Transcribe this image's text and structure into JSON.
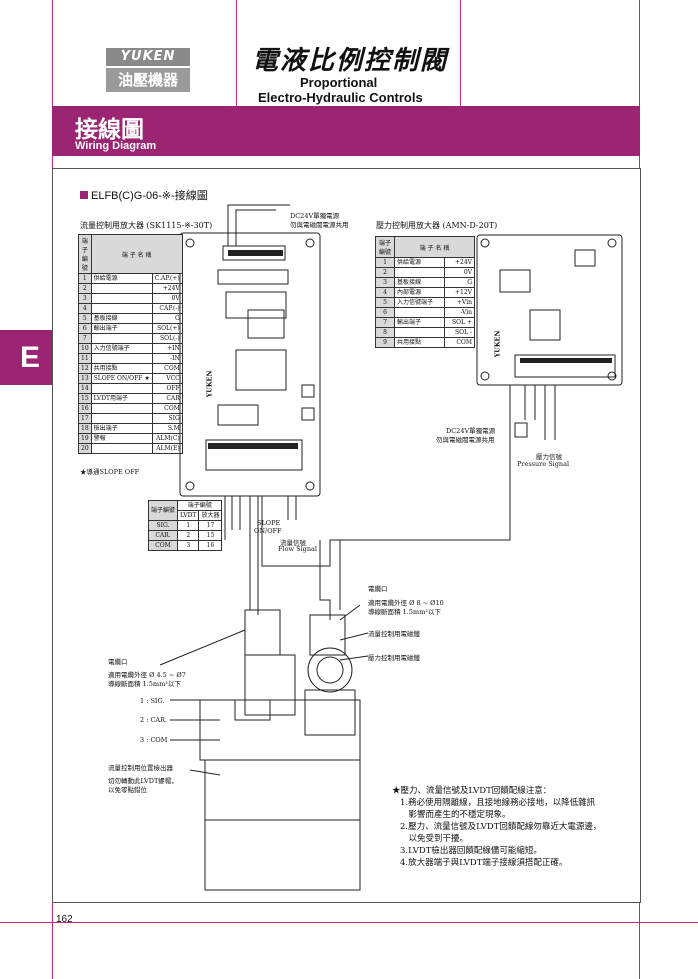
{
  "header": {
    "logo_top": "YUKEN",
    "logo_bottom": "油壓機器",
    "title_cn": "電液比例控制閥",
    "title_en_1": "Proportional",
    "title_en_2": "Electro-Hydraulic Controls"
  },
  "band": {
    "title_cn": "接線圖",
    "title_en": "Wiring Diagram"
  },
  "side_tab": "E",
  "section_title": "ELFB(C)G-06-※-接線圖",
  "flow_amp": {
    "title": "流量控制用放大器 (SK1115-※-30T)",
    "header_no": "端子編號",
    "header_name": "端 子 名 稱",
    "rows": [
      {
        "no": "1",
        "name": "供給電源",
        "sig": "C.AP.(+)"
      },
      {
        "no": "2",
        "name": "",
        "sig": "+24V"
      },
      {
        "no": "3",
        "name": "",
        "sig": "0V"
      },
      {
        "no": "4",
        "name": "",
        "sig": "CAP.(-)"
      },
      {
        "no": "5",
        "name": "基板接線",
        "sig": "G"
      },
      {
        "no": "6",
        "name": "輸出端子",
        "sig": "SOL(+)"
      },
      {
        "no": "7",
        "name": "",
        "sig": "SOL(-)"
      },
      {
        "no": "10",
        "name": "入力信號端子",
        "sig": "+IN"
      },
      {
        "no": "11",
        "name": "",
        "sig": "-IN"
      },
      {
        "no": "12",
        "name": "共用接點",
        "sig": "COM"
      },
      {
        "no": "13",
        "name": "SLOPE ON/OFF ★",
        "sig": "VCC"
      },
      {
        "no": "14",
        "name": "",
        "sig": "OFF"
      },
      {
        "no": "15",
        "name": "LVDT用端子",
        "sig": "CAR"
      },
      {
        "no": "16",
        "name": "",
        "sig": "COM"
      },
      {
        "no": "17",
        "name": "",
        "sig": "SIG"
      },
      {
        "no": "18",
        "name": "檢出端子",
        "sig": "S.M"
      },
      {
        "no": "19",
        "name": "警報",
        "sig": "ALM(C)"
      },
      {
        "no": "20",
        "name": "",
        "sig": "ALM(E)"
      }
    ],
    "star_note": "★導通SLOPE OFF"
  },
  "pressure_amp": {
    "title": "壓力控制用放大器 (AMN-D-20T)",
    "header_no": "端子編號",
    "header_name": "端 子 名 稱",
    "rows": [
      {
        "no": "1",
        "name": "供給電源",
        "sig": "+24V"
      },
      {
        "no": "2",
        "name": "",
        "sig": "0V"
      },
      {
        "no": "3",
        "name": "基板接線",
        "sig": "G"
      },
      {
        "no": "4",
        "name": "內部電源",
        "sig": "+12V"
      },
      {
        "no": "5",
        "name": "入力信號端子",
        "sig": "+Vin"
      },
      {
        "no": "6",
        "name": "",
        "sig": "-Vin"
      },
      {
        "no": "7",
        "name": "輸出端子",
        "sig": "SOL +"
      },
      {
        "no": "8",
        "name": "",
        "sig": "SOL -"
      },
      {
        "no": "9",
        "name": "共用接點",
        "sig": "COM"
      }
    ]
  },
  "lvdt_table": {
    "h1": "端子編號",
    "h2": "端子編號",
    "h3": "LVDT",
    "h4": "放大器",
    "rows": [
      {
        "sig": "SIG.",
        "lvdt": "1",
        "amp": "17"
      },
      {
        "sig": "CAR.",
        "lvdt": "2",
        "amp": "15"
      },
      {
        "sig": "COM",
        "lvdt": "3",
        "amp": "16"
      }
    ]
  },
  "labels": {
    "dc24_top_1": "DC24V單獨電源",
    "dc24_top_2": "勿與電磁閥電源共用",
    "dc24_right_1": "DC24V單獨電源",
    "dc24_right_2": "勿與電磁閥電源共用",
    "slope_1": "SLOPE",
    "slope_2": "ON/OFF",
    "flow_signal_cn": "流量信號",
    "flow_signal_en": "Flow Signal",
    "pressure_signal_cn": "壓力信號",
    "pressure_signal_en": "Pressure Signal",
    "wire_port_r": "電纜口",
    "wire_spec_r_1": "適用電纜外徑 Ø 8 ~ Ø10",
    "wire_spec_r_2": "導線斷面積 1.5mm²以下",
    "flow_solenoid": "流量控制用電磁鐵",
    "pressure_solenoid": "壓力控制用電磁鐵",
    "wire_port_l": "電纜口",
    "wire_spec_l_1": "適用電纜外徑 Ø 4.5 ~ Ø7",
    "wire_spec_l_2": "導線斷面積 1.5mm²以下",
    "pin1": "1 : SIG.",
    "pin2": "2 : CAR.",
    "pin3": "3 : COM",
    "detector_1": "流量控制用位置檢出器",
    "detector_2": "切勿轉動此LVDT螺帽，",
    "detector_3": "以免零點錯位",
    "board_brand": "YUKEN"
  },
  "notes": {
    "title": "★壓力、流量信號及LVDT回饋配線注意：",
    "items": [
      "1.務必使用隔離線，且接地線務必接地，以降低雜訊",
      "　影響而產生的不穩定現象。",
      "2.壓力、流量信號及LVDT回饋配線勿靠近大電源邊，",
      "　以免受到干擾。",
      "3.LVDT檢出器回饋配線儘可能縮短。",
      "4.放大器端子與LVDT端子接線須搭配正確。"
    ]
  },
  "page_number": "162"
}
